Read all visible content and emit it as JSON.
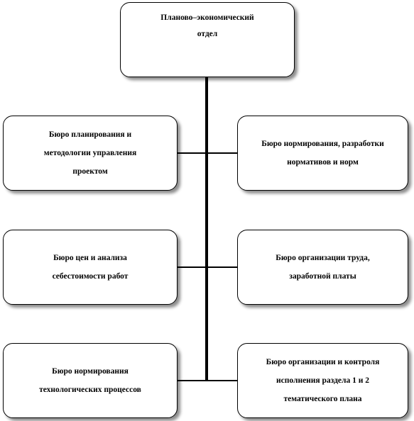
{
  "diagram": {
    "root": {
      "lines": [
        "Планово–экономический",
        "отдел"
      ]
    },
    "left": [
      {
        "lines": [
          "Бюро планирования и",
          "методологии управления",
          "проектом"
        ]
      },
      {
        "lines": [
          "Бюро цен и анализа",
          "себестоимости работ"
        ]
      },
      {
        "lines": [
          "Бюро нормирования",
          "технологических  процессов"
        ]
      }
    ],
    "right": [
      {
        "lines": [
          "Бюро нормирования, разработки",
          "нормативов и норм"
        ]
      },
      {
        "lines": [
          "Бюро организации труда,",
          "заработной платы"
        ]
      },
      {
        "lines": [
          "Бюро организации и контроля",
          "исполнения раздела 1 и 2",
          "тематического  плана"
        ]
      }
    ]
  }
}
